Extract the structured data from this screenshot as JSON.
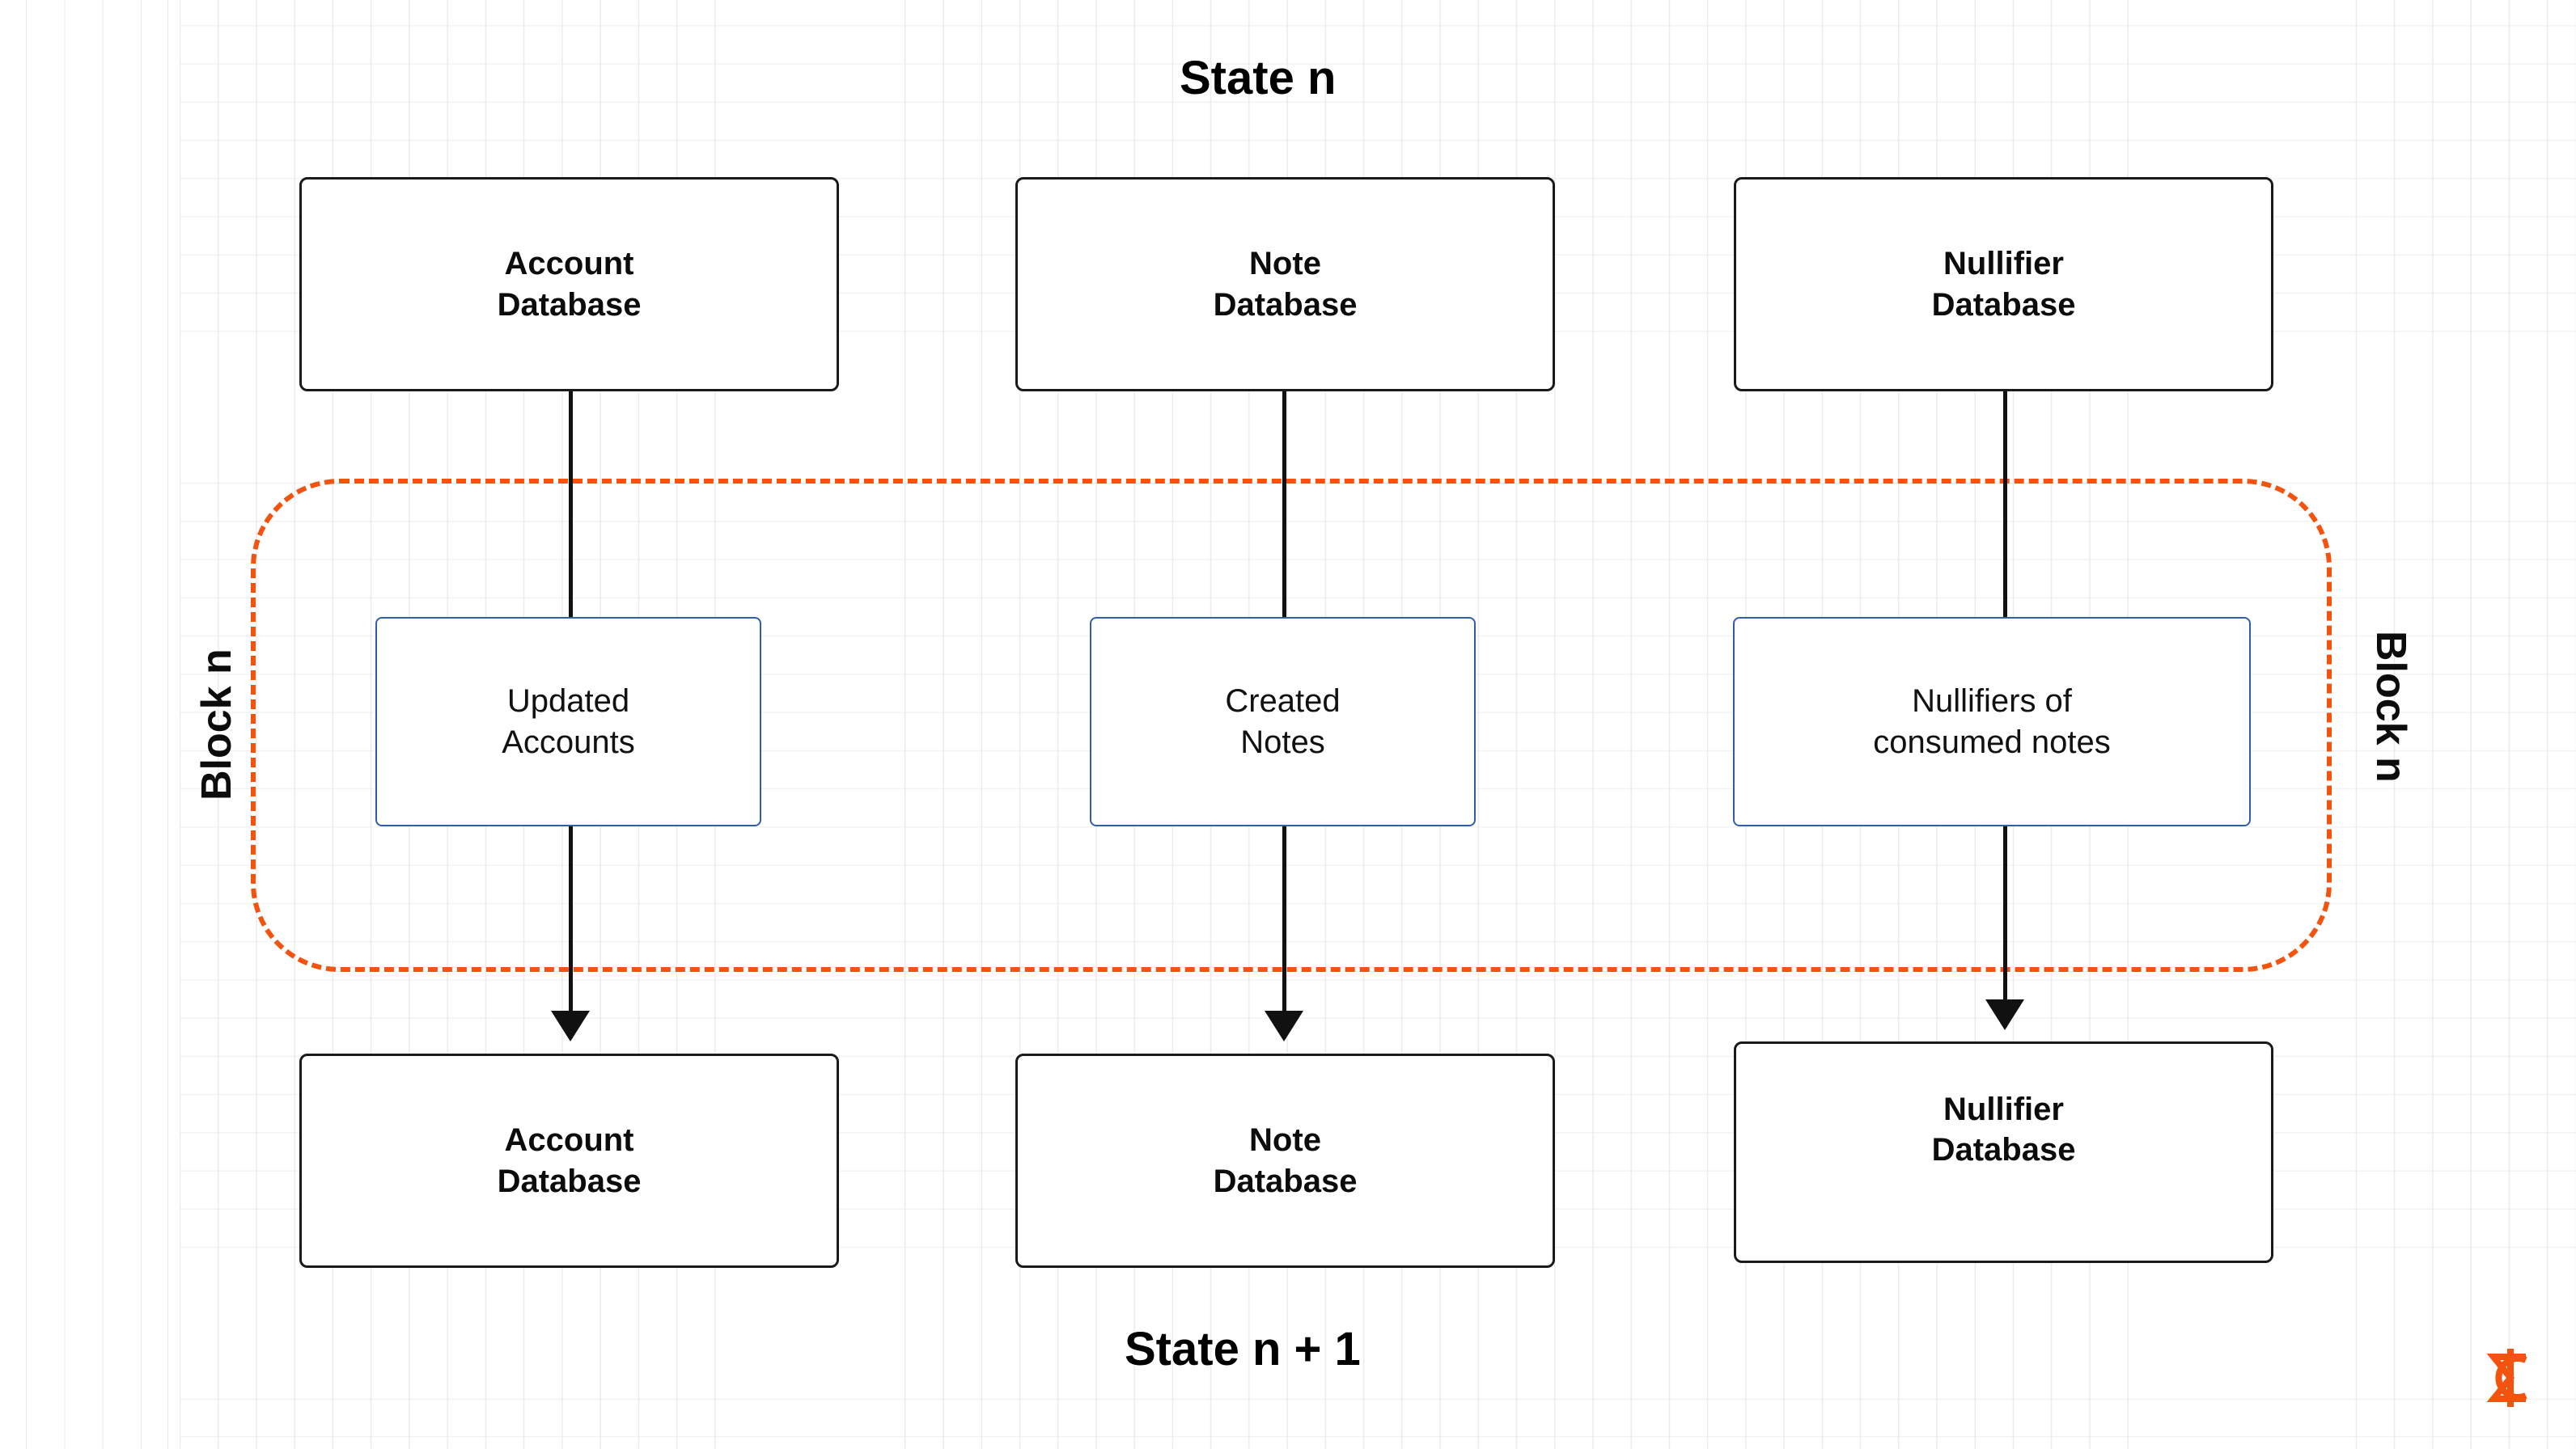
{
  "diagram": {
    "title_top": "State n",
    "title_bottom": "State n + 1",
    "block_label_left": "Block n",
    "block_label_right": "Block n",
    "logo_name": "miden-sigma-logo",
    "colors": {
      "box_border": "#1a1a1a",
      "blue_border": "#2f5fa8",
      "block_dashed": "#f4530f",
      "connector": "#111111",
      "grid": "#e9e9e9",
      "background": "#ffffff",
      "text": "#0c0c0c"
    },
    "top_row": [
      {
        "line1": "Account",
        "line2": "Database"
      },
      {
        "line1": "Note",
        "line2": "Database"
      },
      {
        "line1": "Nullifier",
        "line2": "Database"
      }
    ],
    "middle_row": [
      {
        "line1": "Updated",
        "line2": "Accounts"
      },
      {
        "line1": "Created",
        "line2": "Notes"
      },
      {
        "line1": "Nullifiers of",
        "line2": "consumed notes"
      }
    ],
    "bottom_row": [
      {
        "line1": "Account",
        "line2": "Database"
      },
      {
        "line1": "Note",
        "line2": "Database"
      },
      {
        "line1": "Nullifier",
        "line2": "Database"
      }
    ]
  }
}
